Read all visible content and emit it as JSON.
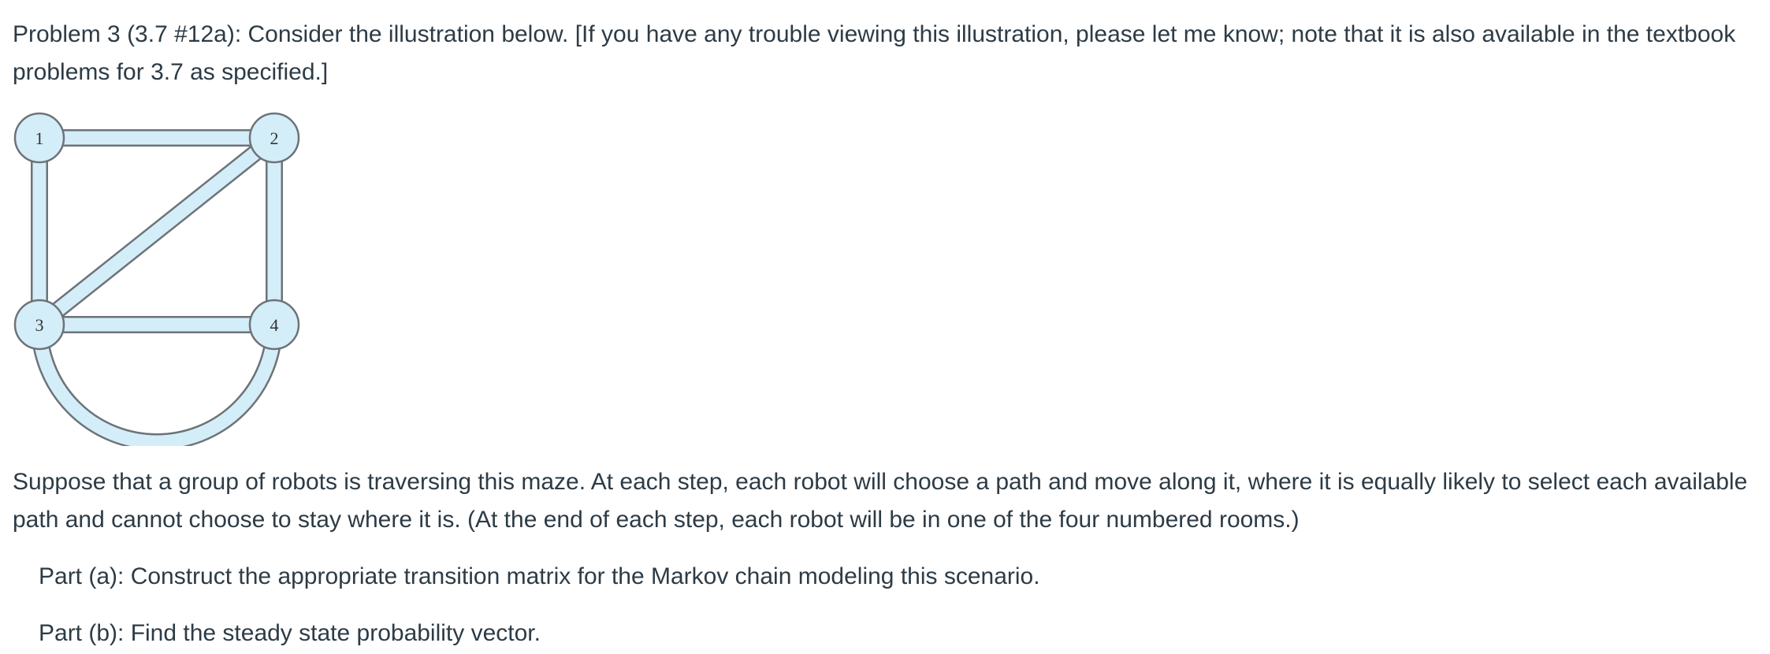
{
  "problem": {
    "intro": "Problem 3 (3.7 #12a): Consider the illustration below. [If you have any trouble viewing this illustration, please let me know; note that it is also available in the textbook problems for 3.7 as specified.]",
    "scenario": "Suppose that a group of robots is traversing this maze. At each step, each robot will choose a path and move along it, where it is equally likely to select each available path and cannot choose to stay where it is. (At the end of each step, each robot will be in one of the four numbered rooms.)",
    "part_a": "Part (a): Construct the appropriate transition matrix for the Markov chain modeling this scenario.",
    "part_b": "Part (b): Find the steady state probability vector."
  },
  "maze": {
    "rooms": [
      "1",
      "2",
      "3",
      "4"
    ],
    "paths": [
      [
        "1",
        "2"
      ],
      [
        "1",
        "3"
      ],
      [
        "2",
        "3"
      ],
      [
        "2",
        "4"
      ],
      [
        "3",
        "4"
      ],
      [
        "3",
        "4"
      ]
    ],
    "fill_color": "#d4eef9",
    "stroke_color": "#6d7378"
  }
}
